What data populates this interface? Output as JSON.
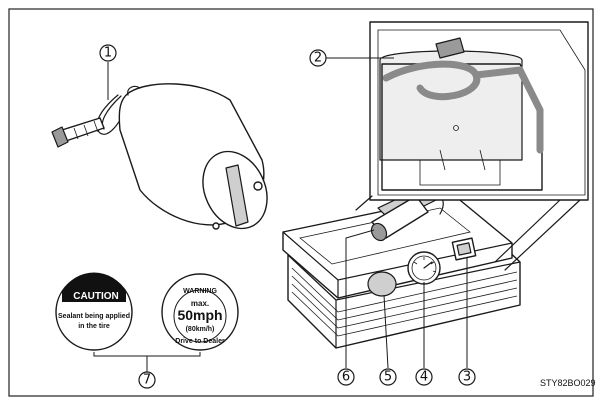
{
  "callouts": [
    "1",
    "2",
    "3",
    "4",
    "5",
    "6",
    "7"
  ],
  "figure_code": "STY82BO029",
  "sticker_caution": {
    "title": "CAUTION",
    "line1": "Sealant being applied",
    "line2": "in the tire"
  },
  "sticker_warning": {
    "title": "WARNING",
    "max": "max.",
    "speed": "50mph",
    "kmh": "(80km/h)",
    "drive": "Drive to Dealer"
  }
}
